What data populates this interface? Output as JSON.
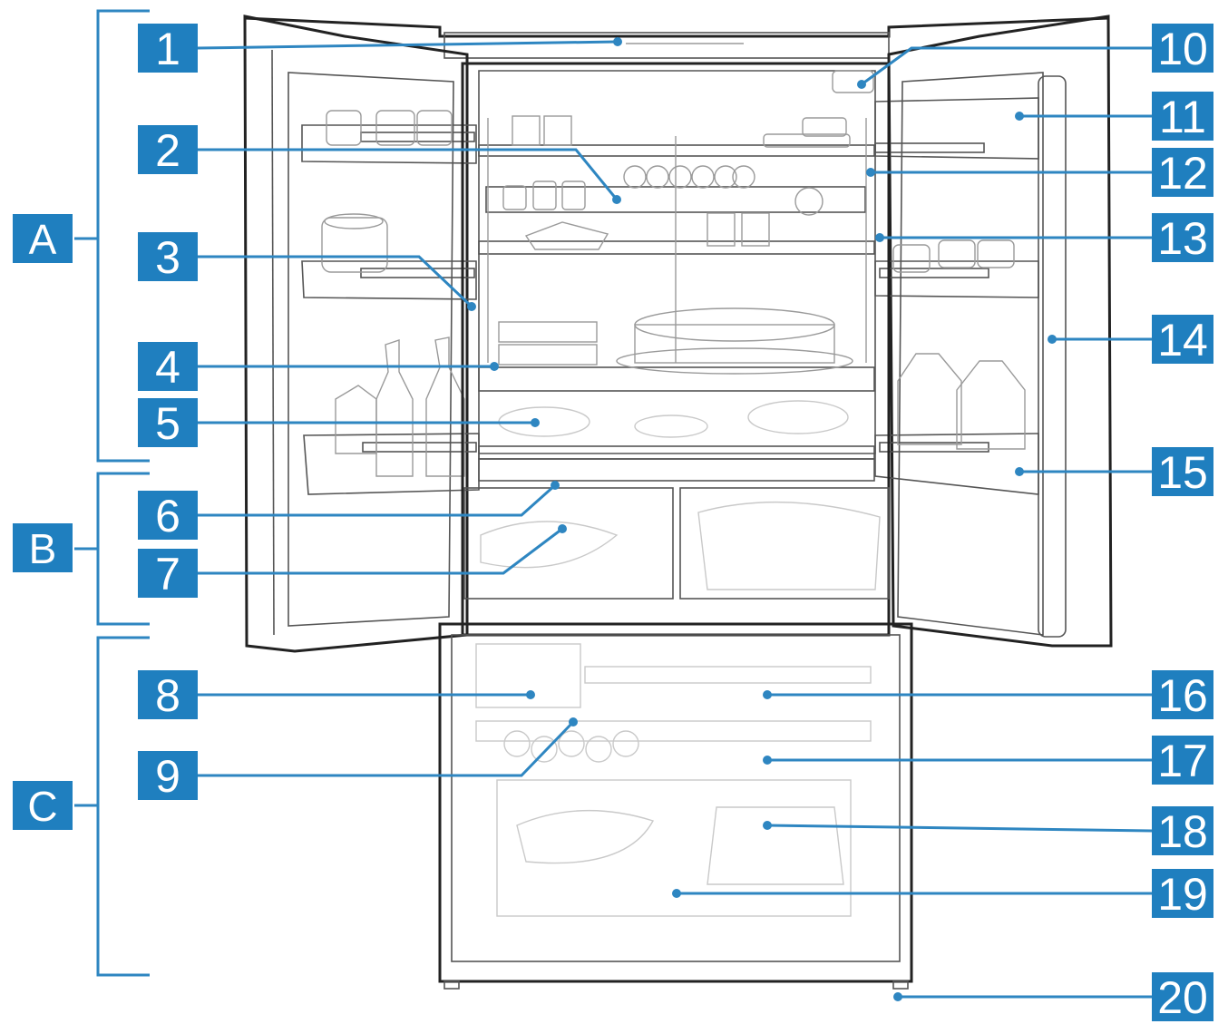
{
  "diagram": {
    "callouts": [
      {
        "label": "1"
      },
      {
        "label": "2"
      },
      {
        "label": "3"
      },
      {
        "label": "4"
      },
      {
        "label": "5"
      },
      {
        "label": "6"
      },
      {
        "label": "7"
      },
      {
        "label": "8"
      },
      {
        "label": "9"
      },
      {
        "label": "10"
      },
      {
        "label": "11"
      },
      {
        "label": "12"
      },
      {
        "label": "13"
      },
      {
        "label": "14"
      },
      {
        "label": "15"
      },
      {
        "label": "16"
      },
      {
        "label": "17"
      },
      {
        "label": "18"
      },
      {
        "label": "19"
      },
      {
        "label": "20"
      }
    ],
    "sections": [
      {
        "label": "A"
      },
      {
        "label": "B"
      },
      {
        "label": "C"
      }
    ],
    "accent_color": "#1f7fbf",
    "line_color": "#2e86c1"
  }
}
